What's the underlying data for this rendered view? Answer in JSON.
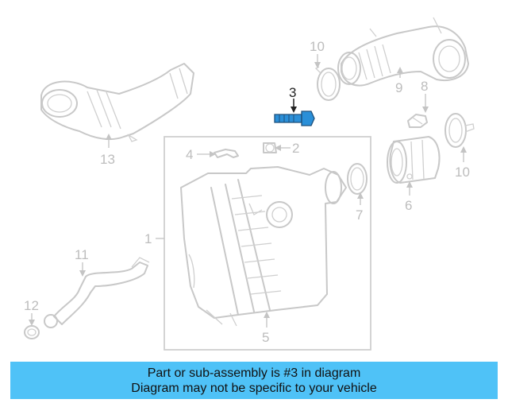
{
  "diagram": {
    "highlight_color": "#2a8fd8",
    "callouts": {
      "c1": "1",
      "c2": "2",
      "c3": "3",
      "c4": "4",
      "c5": "5",
      "c6": "6",
      "c7": "7",
      "c8": "8",
      "c9": "9",
      "c10a": "10",
      "c10b": "10",
      "c11": "11",
      "c12": "12",
      "c13": "13"
    }
  },
  "banner": {
    "line1": "Part or sub-assembly is #3 in diagram",
    "line2": "Diagram may not be specific to your vehicle",
    "background": "#4fc2f7"
  }
}
